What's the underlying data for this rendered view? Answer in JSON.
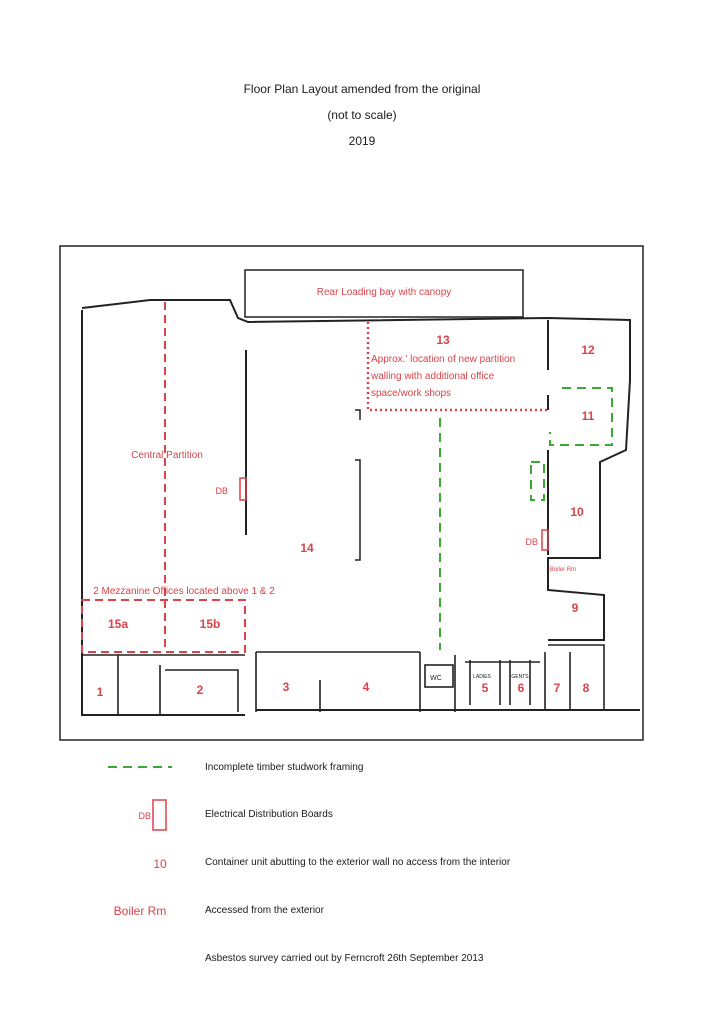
{
  "header": {
    "line1": "Floor Plan Layout amended from the original",
    "line2": "(not to scale)",
    "line3": "2019"
  },
  "plan": {
    "rear_bay": "Rear Loading bay with canopy",
    "central_partition": "Central Partition",
    "mezzanine": "2 Mezzanine Offices located above 1 & 2",
    "partition_note_1": "Approx.' location of new partition",
    "partition_note_2": "walling with additional office",
    "partition_note_3": "space/work shops",
    "db_label": "DB",
    "boiler": "Boiler Rm",
    "wc": "WC",
    "ladies": "LADIES",
    "gents": "GENTS",
    "rooms": {
      "r1": "1",
      "r2": "2",
      "r3": "3",
      "r4": "4",
      "r5": "5",
      "r6": "6",
      "r7": "7",
      "r8": "8",
      "r9": "9",
      "r10": "10",
      "r11": "11",
      "r12": "12",
      "r13": "13",
      "r14": "14",
      "r15a": "15a",
      "r15b": "15b"
    }
  },
  "legend": {
    "timber": "Incomplete timber studwork framing",
    "db_symbol": "DB",
    "db": "Electrical Distribution Boards",
    "container_symbol": "10",
    "container": "Container unit abutting to the exterior wall no access from the interior",
    "boiler_symbol": "Boiler Rm",
    "boiler": "Accessed from the exterior"
  },
  "footer": "Asbestos survey carried out by Ferncroft 26th September 2013",
  "colors": {
    "annotation": "#d9434a",
    "timber": "#3aaa35",
    "wall": "#222222"
  }
}
